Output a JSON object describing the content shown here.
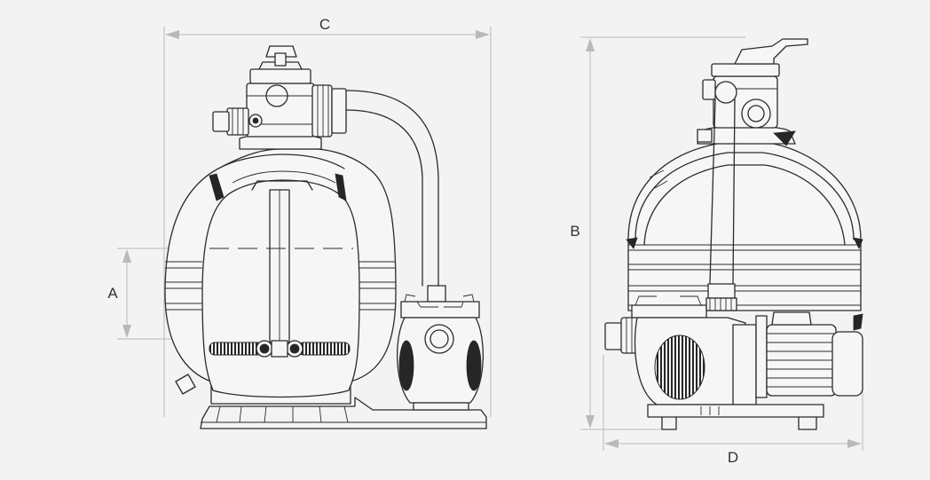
{
  "dimensions": {
    "a": "A",
    "b": "B",
    "c": "C",
    "d": "D"
  },
  "colors": {
    "background": "#f3f3f3",
    "line": "#2b2b2b",
    "dimension_line": "#b9b9b9"
  },
  "views": [
    "front-view",
    "side-view"
  ]
}
